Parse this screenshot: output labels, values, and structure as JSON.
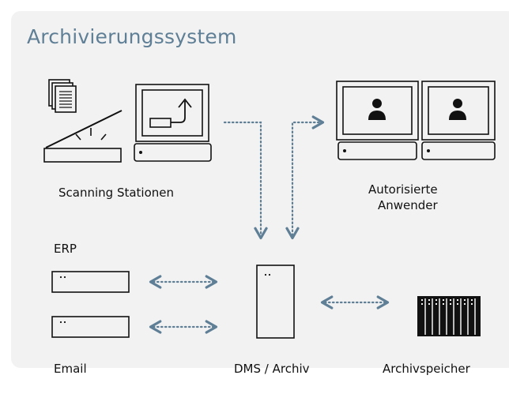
{
  "title": "Archivierungssystem",
  "labels": {
    "scanning": "Scanning Stationen",
    "users_line1": "Autorisierte",
    "users_line2": "Anwender",
    "erp": "ERP",
    "email": "Email",
    "dms": "DMS / Archiv",
    "storage": "Archivspeicher"
  },
  "colors": {
    "panel": "#f2f2f2",
    "title": "#5f7f96",
    "connector": "#5f7f96",
    "stroke": "#111111"
  }
}
